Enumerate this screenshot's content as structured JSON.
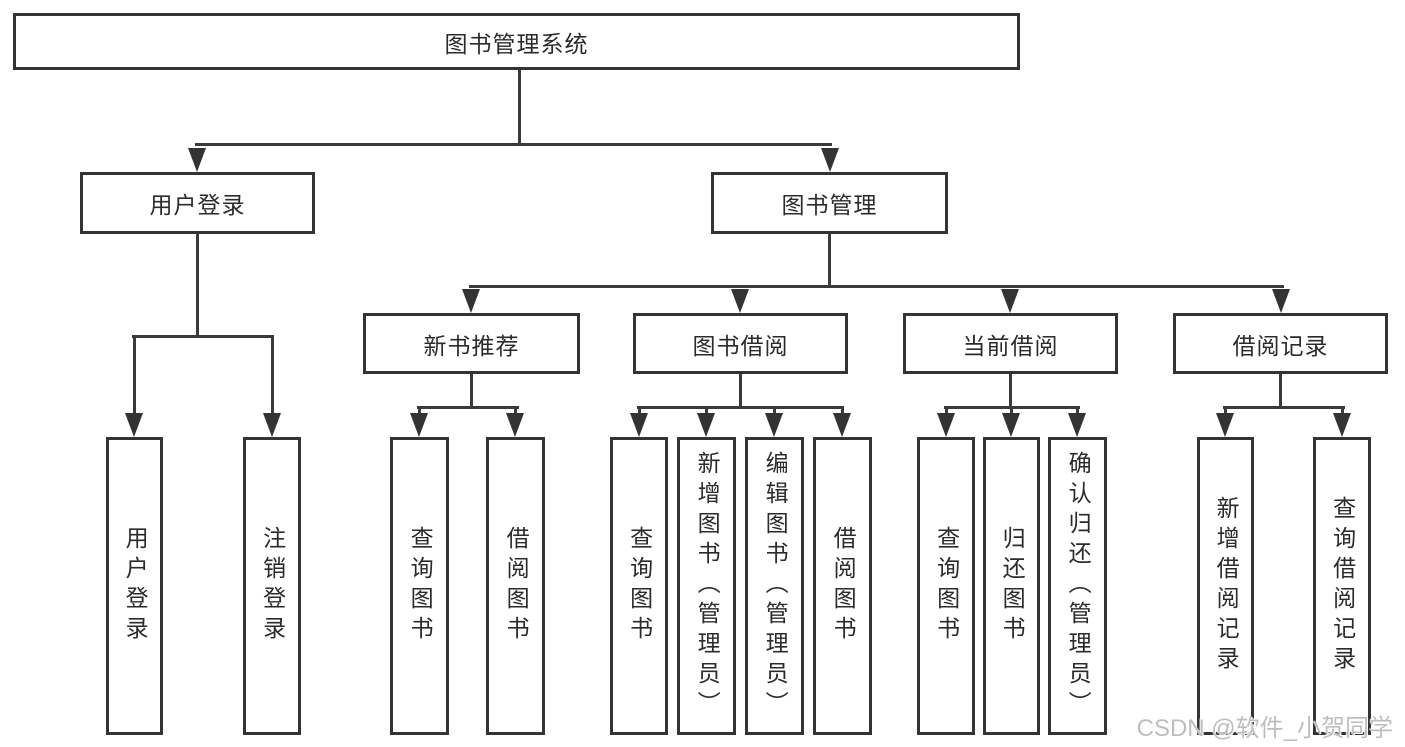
{
  "diagram": {
    "type": "hierarchy-tree",
    "background": "#ffffff",
    "line_color": "#3a3a3a",
    "border_color": "#333333",
    "text_color": "#2b2b2b",
    "watermark_color": "#bbbbbb"
  },
  "nodes": {
    "root": "图书管理系统",
    "user_login": "用户登录",
    "book_mgmt": "图书管理",
    "new_book_rec": "新书推荐",
    "book_borrow": "图书借阅",
    "current_borrow": "当前借阅",
    "borrow_records": "借阅记录",
    "leaf_user_login": "用户登录",
    "leaf_logout": "注销登录",
    "leaf_rec_query_books": "查询图书",
    "leaf_rec_borrow_books": "借阅图书",
    "leaf_bb_query_books": "查询图书",
    "leaf_bb_add_books": "新增图书（管理员）",
    "leaf_bb_edit_books": "编辑图书（管理员）",
    "leaf_bb_borrow_books": "借阅图书",
    "leaf_cb_query_books": "查询图书",
    "leaf_cb_return_books": "归还图书",
    "leaf_cb_confirm_return": "确认归还（管理员）",
    "leaf_br_add_record": "新增借阅记录",
    "leaf_br_query_record": "查询借阅记录"
  },
  "watermark": "CSDN @软件_小贺同学"
}
